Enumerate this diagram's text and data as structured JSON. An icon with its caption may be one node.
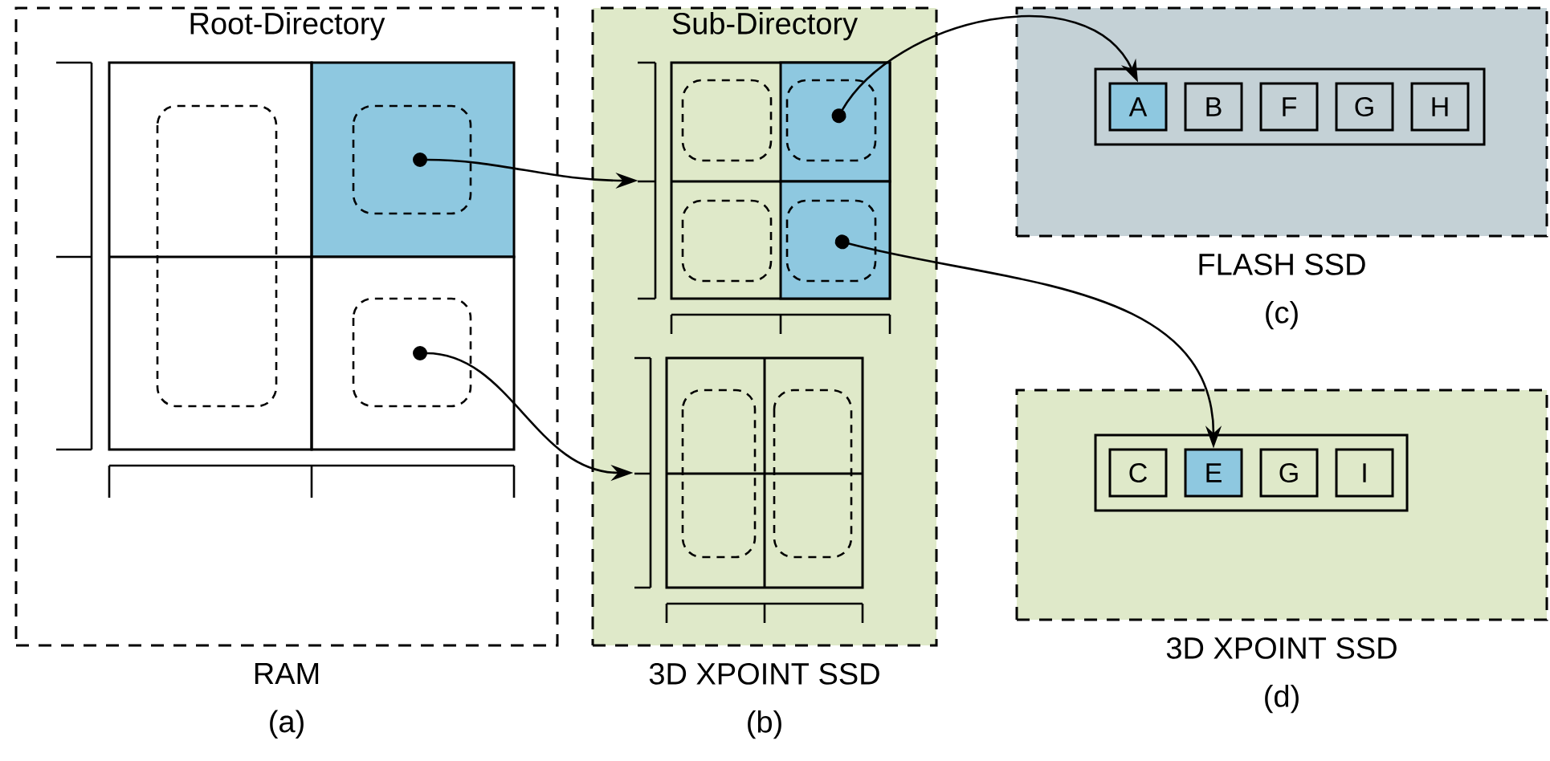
{
  "diagram": {
    "nodes": [
      {
        "text": [
          "Root-Directory"
        ],
        "beside": [
          "RAM",
          "(a)"
        ]
      },
      {
        "text": [],
        "shape": "box",
        "in": 0
      },
      {
        "text": [],
        "shape": "box",
        "in": 0
      },
      {
        "text": [
          "Sub-Directory"
        ],
        "beside": [
          "3D XPOINT SSD",
          "(b)"
        ]
      },
      {
        "text": [],
        "shape": "box",
        "in": 3
      },
      {
        "text": [],
        "shape": "box",
        "in": 4
      },
      {
        "text": [],
        "shape": "box",
        "in": 4
      },
      {
        "text": [],
        "shape": "box",
        "in": 3
      },
      {
        "text": [],
        "shape": "box",
        "beside": [
          "FLASH SSD",
          "(c)"
        ]
      },
      {
        "text": [],
        "shape": "box",
        "in": 8
      },
      {
        "text": [
          "A"
        ],
        "in": 9
      },
      {
        "text": [
          "B"
        ],
        "in": 9
      },
      {
        "text": [
          "F"
        ],
        "in": 9
      },
      {
        "text": [
          "G"
        ],
        "in": 9
      },
      {
        "text": [
          "H"
        ],
        "in": 9
      },
      {
        "text": [],
        "shape": "box",
        "beside": [
          "3D XPOINT SSD",
          "(d)"
        ]
      },
      {
        "text": [],
        "shape": "box",
        "in": 15
      },
      {
        "text": [
          "C"
        ],
        "in": 16
      },
      {
        "text": [
          "E"
        ],
        "in": 16
      },
      {
        "text": [
          "G"
        ],
        "in": 16
      },
      {
        "text": [
          "I"
        ],
        "in": 16
      }
    ],
    "edges": [
      {
        "from": 1,
        "to": 4,
        "arrow": "to"
      },
      {
        "from": 2,
        "to": 7,
        "arrow": "to"
      },
      {
        "from": 5,
        "to": 10,
        "arrow": "to"
      },
      {
        "from": 6,
        "to": 18,
        "arrow": "to"
      }
    ]
  }
}
